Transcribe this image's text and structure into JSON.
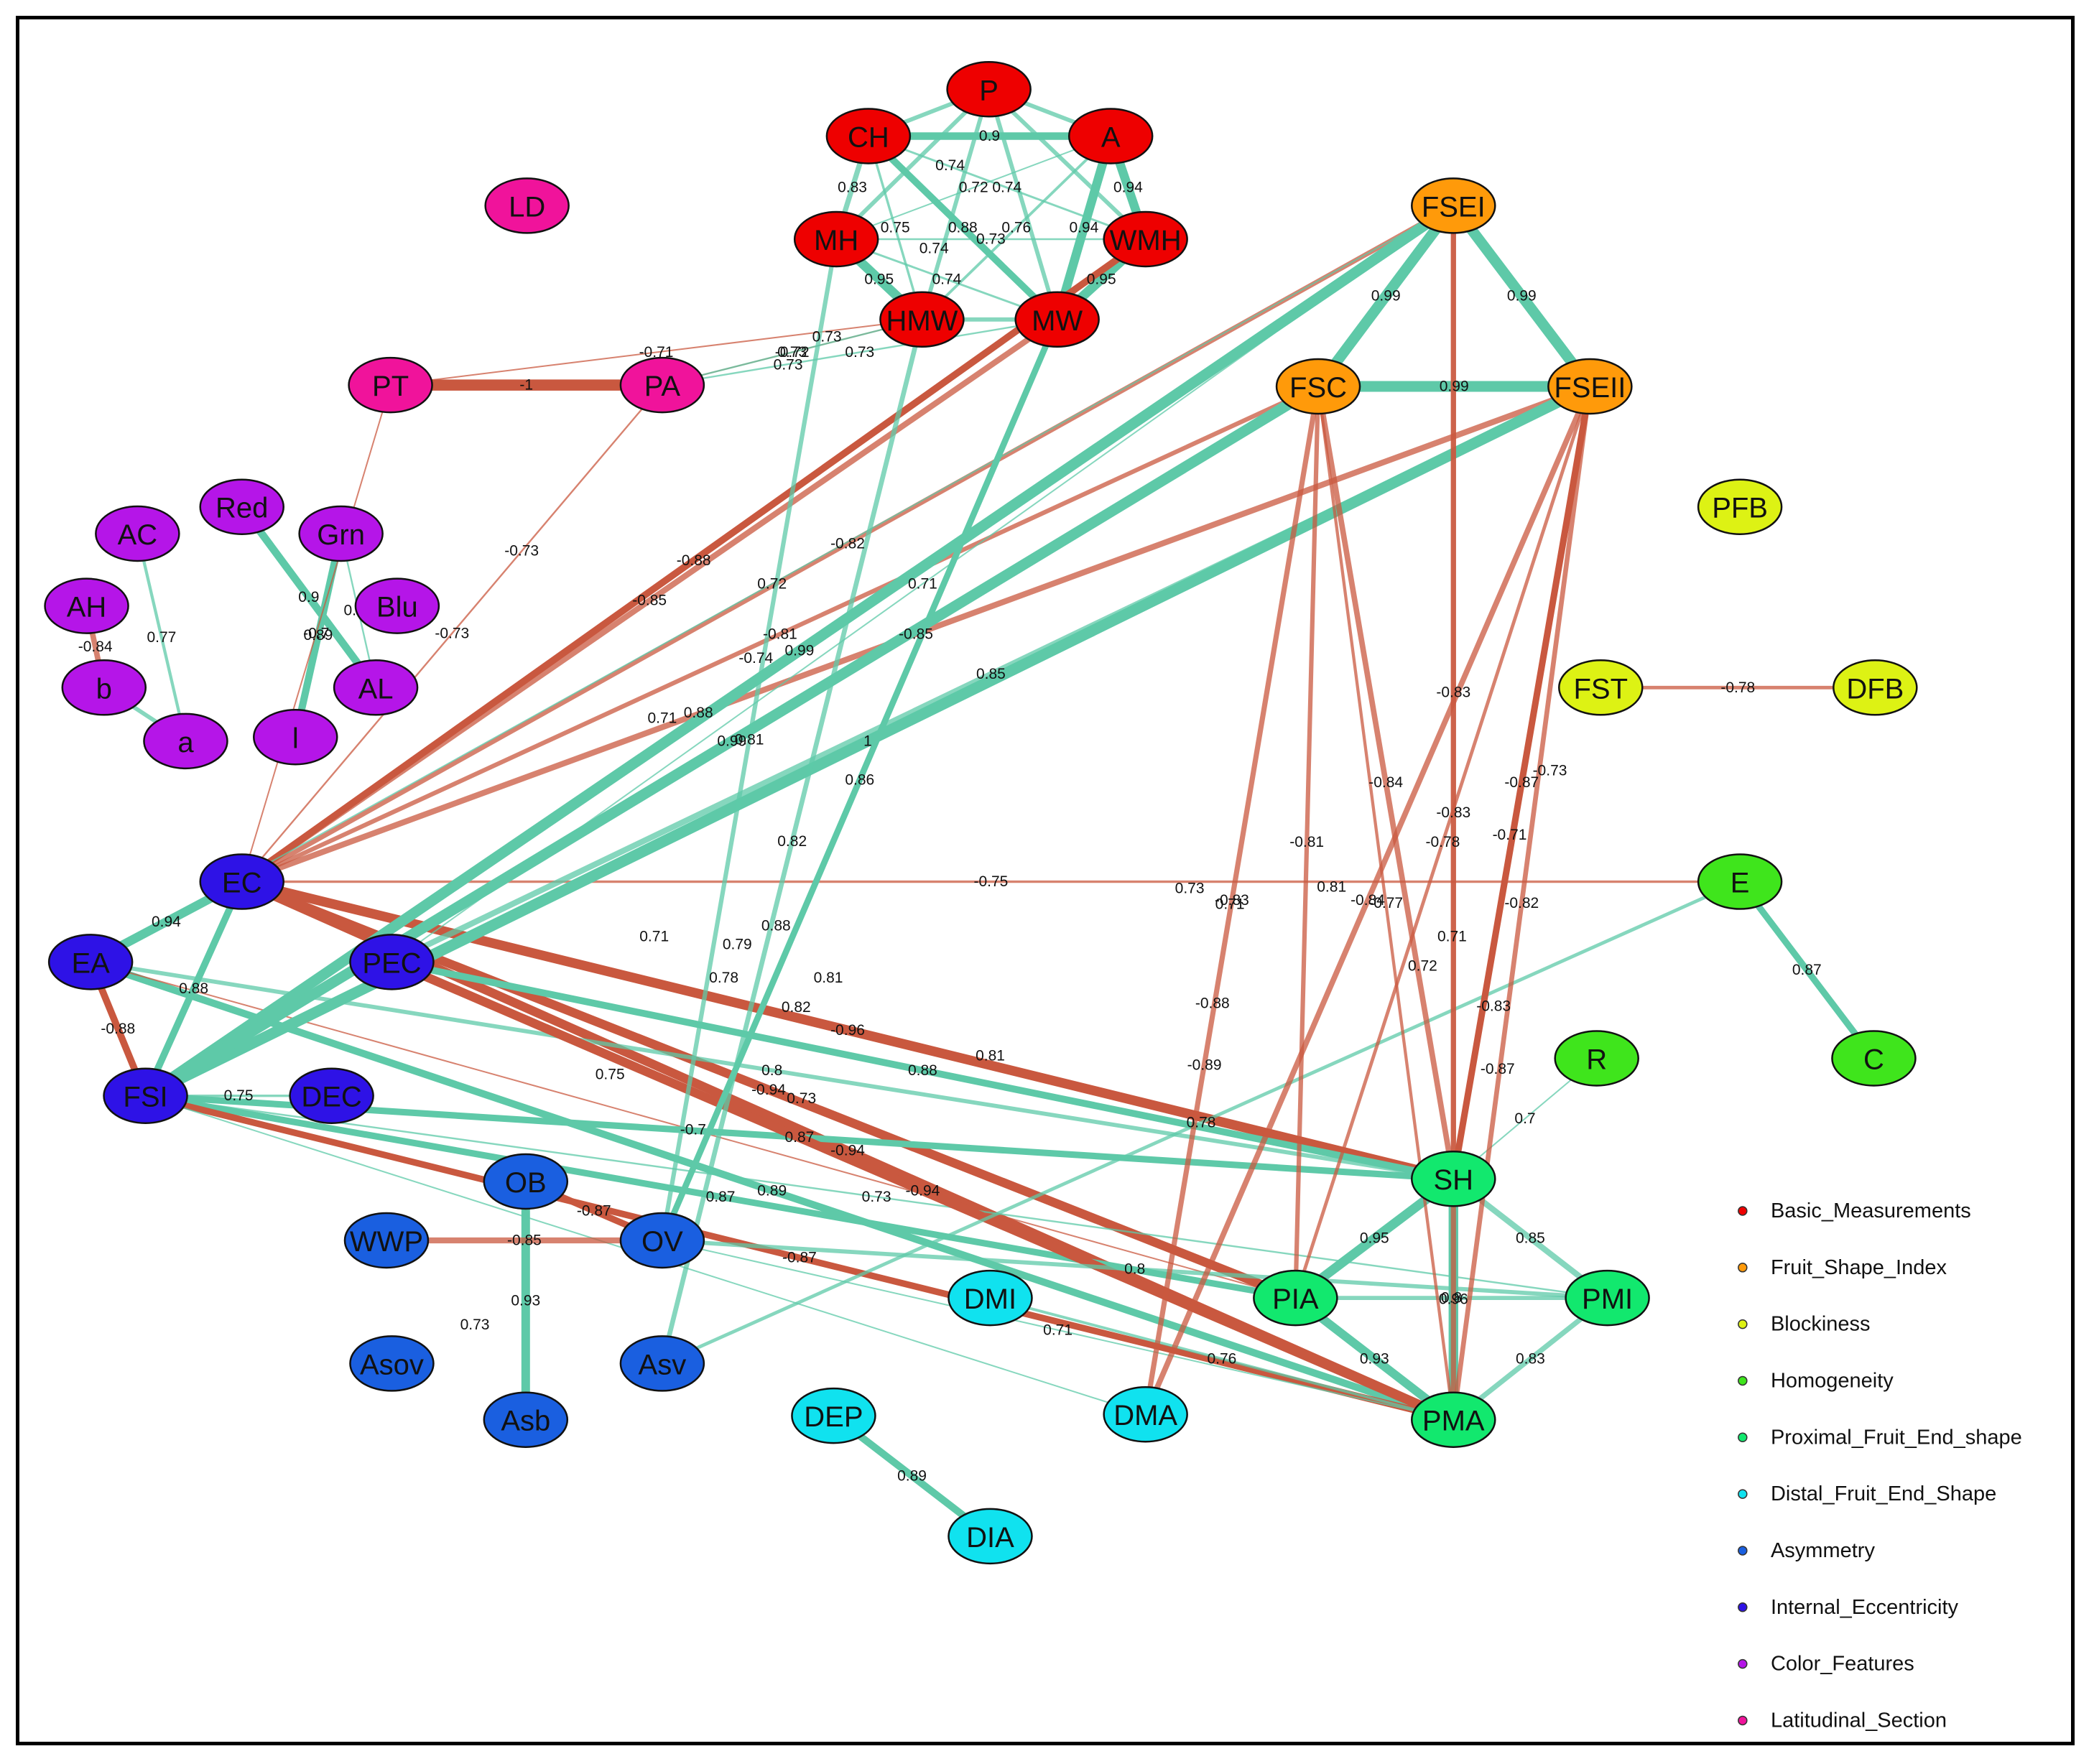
{
  "network": {
    "colors": {
      "positive_edge": "#5ec9a8",
      "negative_edge": "#c9583f",
      "node_outline": "#111111"
    },
    "groups": [
      {
        "id": "basic",
        "name": "Basic_Measurements",
        "color": "#ee0000"
      },
      {
        "id": "fsi",
        "name": "Fruit_Shape_Index",
        "color": "#ff9a0a"
      },
      {
        "id": "block",
        "name": "Blockiness",
        "color": "#ddf214"
      },
      {
        "id": "homog",
        "name": "Homogeneity",
        "color": "#3fe51c"
      },
      {
        "id": "prox",
        "name": "Proximal_Fruit_End_shape",
        "color": "#12e86e"
      },
      {
        "id": "dist",
        "name": "Distal_Fruit_End_Shape",
        "color": "#10e2ef"
      },
      {
        "id": "asym",
        "name": "Asymmetry",
        "color": "#1a5fe0"
      },
      {
        "id": "ecc",
        "name": "Internal_Eccentricity",
        "color": "#2e12e6"
      },
      {
        "id": "color",
        "name": "Color_Features",
        "color": "#b515e8"
      },
      {
        "id": "lat",
        "name": "Latitudinal_Section",
        "color": "#f0139b"
      }
    ],
    "nodes": [
      {
        "id": "P",
        "label": "P",
        "group": "basic"
      },
      {
        "id": "CH",
        "label": "CH",
        "group": "basic"
      },
      {
        "id": "A",
        "label": "A",
        "group": "basic"
      },
      {
        "id": "MH",
        "label": "MH",
        "group": "basic"
      },
      {
        "id": "WMH",
        "label": "WMH",
        "group": "basic"
      },
      {
        "id": "HMW",
        "label": "HMW",
        "group": "basic"
      },
      {
        "id": "MW",
        "label": "MW",
        "group": "basic"
      },
      {
        "id": "FSEI",
        "label": "FSEI",
        "group": "fsi"
      },
      {
        "id": "FSC",
        "label": "FSC",
        "group": "fsi"
      },
      {
        "id": "FSEII",
        "label": "FSEII",
        "group": "fsi"
      },
      {
        "id": "PFB",
        "label": "PFB",
        "group": "block"
      },
      {
        "id": "FST",
        "label": "FST",
        "group": "block"
      },
      {
        "id": "DFB",
        "label": "DFB",
        "group": "block"
      },
      {
        "id": "E",
        "label": "E",
        "group": "homog"
      },
      {
        "id": "R",
        "label": "R",
        "group": "homog"
      },
      {
        "id": "C",
        "label": "C",
        "group": "homog"
      },
      {
        "id": "SH",
        "label": "SH",
        "group": "prox"
      },
      {
        "id": "PIA",
        "label": "PIA",
        "group": "prox"
      },
      {
        "id": "PMI",
        "label": "PMI",
        "group": "prox"
      },
      {
        "id": "PMA",
        "label": "PMA",
        "group": "prox"
      },
      {
        "id": "DMI",
        "label": "DMI",
        "group": "dist"
      },
      {
        "id": "DMA",
        "label": "DMA",
        "group": "dist"
      },
      {
        "id": "DEP",
        "label": "DEP",
        "group": "dist"
      },
      {
        "id": "DIA",
        "label": "DIA",
        "group": "dist"
      },
      {
        "id": "OB",
        "label": "OB",
        "group": "asym"
      },
      {
        "id": "WWP",
        "label": "WWP",
        "group": "asym"
      },
      {
        "id": "OV",
        "label": "OV",
        "group": "asym"
      },
      {
        "id": "Asov",
        "label": "Asov",
        "group": "asym"
      },
      {
        "id": "Asv",
        "label": "Asv",
        "group": "asym"
      },
      {
        "id": "Asb",
        "label": "Asb",
        "group": "asym"
      },
      {
        "id": "EC",
        "label": "EC",
        "group": "ecc"
      },
      {
        "id": "EA",
        "label": "EA",
        "group": "ecc"
      },
      {
        "id": "PEC",
        "label": "PEC",
        "group": "ecc"
      },
      {
        "id": "FSI",
        "label": "FSI",
        "group": "ecc"
      },
      {
        "id": "DEC",
        "label": "DEC",
        "group": "ecc"
      },
      {
        "id": "AC",
        "label": "AC",
        "group": "color"
      },
      {
        "id": "Red",
        "label": "Red",
        "group": "color"
      },
      {
        "id": "Grn",
        "label": "Grn",
        "group": "color"
      },
      {
        "id": "AH",
        "label": "AH",
        "group": "color"
      },
      {
        "id": "Blu",
        "label": "Blu",
        "group": "color"
      },
      {
        "id": "b",
        "label": "b",
        "group": "color"
      },
      {
        "id": "AL",
        "label": "AL",
        "group": "color"
      },
      {
        "id": "a",
        "label": "a",
        "group": "color"
      },
      {
        "id": "l",
        "label": "l",
        "group": "color"
      },
      {
        "id": "LD",
        "label": "LD",
        "group": "lat"
      },
      {
        "id": "PT",
        "label": "PT",
        "group": "lat"
      },
      {
        "id": "PA",
        "label": "PA",
        "group": "lat"
      }
    ],
    "edges": [
      {
        "source": "P",
        "target": "CH",
        "value": null
      },
      {
        "source": "P",
        "target": "A",
        "value": null
      },
      {
        "source": "P",
        "target": "MH",
        "value": null
      },
      {
        "source": "P",
        "target": "WMH",
        "value": null
      },
      {
        "source": "P",
        "target": "HMW",
        "value": null
      },
      {
        "source": "P",
        "target": "MW",
        "value": null
      },
      {
        "source": "CH",
        "target": "A",
        "value": 0.9
      },
      {
        "source": "CH",
        "target": "MH",
        "value": 0.83
      },
      {
        "source": "CH",
        "target": "WMH",
        "value": 0.74
      },
      {
        "source": "CH",
        "target": "HMW",
        "value": 0.75
      },
      {
        "source": "CH",
        "target": "MW",
        "value": 0.88
      },
      {
        "source": "A",
        "target": "MH",
        "value": 0.72
      },
      {
        "source": "A",
        "target": "WMH",
        "value": 0.94
      },
      {
        "source": "A",
        "target": "HMW",
        "value": 0.76
      },
      {
        "source": "A",
        "target": "MW",
        "value": 0.94
      },
      {
        "source": "MH",
        "target": "HMW",
        "value": 0.95
      },
      {
        "source": "MH",
        "target": "WMH",
        "value": 0.73
      },
      {
        "source": "MH",
        "target": "MW",
        "value": 0.74
      },
      {
        "source": "WMH",
        "target": "MW",
        "value": 0.95
      },
      {
        "source": "HMW",
        "target": "MW",
        "value": null
      },
      {
        "source": "PT",
        "target": "PA",
        "value": -1
      },
      {
        "source": "PT",
        "target": "HMW",
        "value": -0.71
      },
      {
        "source": "PA",
        "target": "HMW",
        "value": -0.72
      },
      {
        "source": "PA",
        "target": "MW",
        "value": 0.73
      },
      {
        "source": "PA",
        "target": "HMW",
        "value": 0.73
      },
      {
        "source": "AH",
        "target": "b",
        "value": -0.84
      },
      {
        "source": "AC",
        "target": "a",
        "value": 0.77
      },
      {
        "source": "b",
        "target": "a",
        "value": null
      },
      {
        "source": "Red",
        "target": "AL",
        "value": 0.9
      },
      {
        "source": "Grn",
        "target": "l",
        "value": 0.89
      },
      {
        "source": "Grn",
        "target": "AL",
        "value": 0.73
      },
      {
        "source": "FSEI",
        "target": "FSC",
        "value": 0.99
      },
      {
        "source": "FSEI",
        "target": "FSEII",
        "value": 0.99
      },
      {
        "source": "FSC",
        "target": "FSEII",
        "value": 0.99
      },
      {
        "source": "FST",
        "target": "DFB",
        "value": -0.78
      },
      {
        "source": "E",
        "target": "C",
        "value": 0.87
      },
      {
        "source": "EC",
        "target": "FSEI",
        "value": -0.82
      },
      {
        "source": "EC",
        "target": "FSC",
        "value": -0.81
      },
      {
        "source": "EC",
        "target": "FSEII",
        "value": -0.85
      },
      {
        "source": "EC",
        "target": "MW",
        "value": -0.85
      },
      {
        "source": "EC",
        "target": "WMH",
        "value": -0.88
      },
      {
        "source": "EC",
        "target": "PA",
        "value": -0.73
      },
      {
        "source": "EC",
        "target": "PT",
        "value": -0.7
      },
      {
        "source": "EC",
        "target": "E",
        "value": -0.75
      },
      {
        "source": "EC",
        "target": "EA",
        "value": 0.94
      },
      {
        "source": "EC",
        "target": "SH",
        "value": -0.96
      },
      {
        "source": "EC",
        "target": "PMA",
        "value": -0.94
      },
      {
        "source": "EC",
        "target": "PIA",
        "value": -0.94
      },
      {
        "source": "EA",
        "target": "FSEI",
        "value": 0.72
      },
      {
        "source": "EA",
        "target": "FSI",
        "value": -0.88
      },
      {
        "source": "EA",
        "target": "SH",
        "value": 0.8
      },
      {
        "source": "EA",
        "target": "PMA",
        "value": 0.89
      },
      {
        "source": "EA",
        "target": "PIA",
        "value": -0.7
      },
      {
        "source": "FSI",
        "target": "FSEI",
        "value": 0.99
      },
      {
        "source": "FSI",
        "target": "FSEII",
        "value": 1
      },
      {
        "source": "FSI",
        "target": "FSC",
        "value": 0.99
      },
      {
        "source": "FSI",
        "target": "EC",
        "value": 0.88
      },
      {
        "source": "FSI",
        "target": "DEC",
        "value": 0.75
      },
      {
        "source": "FSI",
        "target": "PMI",
        "value": 0.73
      },
      {
        "source": "FSI",
        "target": "PIA",
        "value": 0.87
      },
      {
        "source": "FSI",
        "target": "PMA",
        "value": -0.87
      },
      {
        "source": "FSI",
        "target": "DMA",
        "value": 0.71
      },
      {
        "source": "FSI",
        "target": "SH",
        "value": 0.87
      },
      {
        "source": "PEC",
        "target": "FSEII",
        "value": 0.85
      },
      {
        "source": "PEC",
        "target": "FSEI",
        "value": 0.71
      },
      {
        "source": "PEC",
        "target": "SH",
        "value": 0.88
      },
      {
        "source": "PEC",
        "target": "PMA",
        "value": -0.94
      },
      {
        "source": "OB",
        "target": "Asb",
        "value": 0.93
      },
      {
        "source": "OB",
        "target": "OV",
        "value": -0.87
      },
      {
        "source": "WWP",
        "target": "OV",
        "value": -0.85
      },
      {
        "source": "OV",
        "target": "PMI",
        "value": 0.8
      },
      {
        "source": "OV",
        "target": "PMA",
        "value": 0.71
      },
      {
        "source": "OV",
        "target": "MW",
        "value": 0.86
      },
      {
        "source": "OV",
        "target": "MH",
        "value": 0.81
      },
      {
        "source": "Asv",
        "target": "HMW",
        "value": 0.82
      },
      {
        "source": "Asv",
        "target": "E",
        "value": 0.78
      },
      {
        "source": "DEP",
        "target": "DIA",
        "value": 0.89
      },
      {
        "source": "DMI",
        "target": "PMA",
        "value": 0.76
      },
      {
        "source": "DMA",
        "target": "FSEII",
        "value": -0.84
      },
      {
        "source": "DMA",
        "target": "FSC",
        "value": -0.83
      },
      {
        "source": "SH",
        "target": "PIA",
        "value": 0.95
      },
      {
        "source": "SH",
        "target": "PMA",
        "value": 0.96
      },
      {
        "source": "SH",
        "target": "FSEI",
        "value": -0.83
      },
      {
        "source": "SH",
        "target": "FSEII",
        "value": -0.87
      },
      {
        "source": "SH",
        "target": "FSC",
        "value": -0.84
      },
      {
        "source": "SH",
        "target": "R",
        "value": 0.7
      },
      {
        "source": "PIA",
        "target": "PMI",
        "value": 0.8
      },
      {
        "source": "PIA",
        "target": "PMA",
        "value": 0.93
      },
      {
        "source": "PIA",
        "target": "FSEII",
        "value": -0.78
      },
      {
        "source": "PIA",
        "target": "FSC",
        "value": -0.81
      },
      {
        "source": "PMI",
        "target": "PMA",
        "value": 0.83
      },
      {
        "source": "PMI",
        "target": "SH",
        "value": 0.85
      },
      {
        "source": "PMA",
        "target": "FSEI",
        "value": -0.83
      },
      {
        "source": "PMA",
        "target": "FSEII",
        "value": -0.82
      },
      {
        "source": "PMA",
        "target": "FSC",
        "value": -0.77
      }
    ],
    "extra_labels": [
      "0.74",
      "0.74",
      "0.73",
      "0.73",
      "0.79",
      "0.78",
      "0.75",
      "0.71",
      "0.81",
      "0.81",
      "0.88",
      "0.82",
      "0.72",
      "0.71",
      "0.81",
      "0.73",
      "-0.73",
      "-0.73",
      "-0.89",
      "-0.88",
      "-0.87",
      "-0.83",
      "-0.71",
      "0.71",
      "0.73",
      "0.73",
      "-0.74",
      "0.71",
      "0.88"
    ]
  }
}
